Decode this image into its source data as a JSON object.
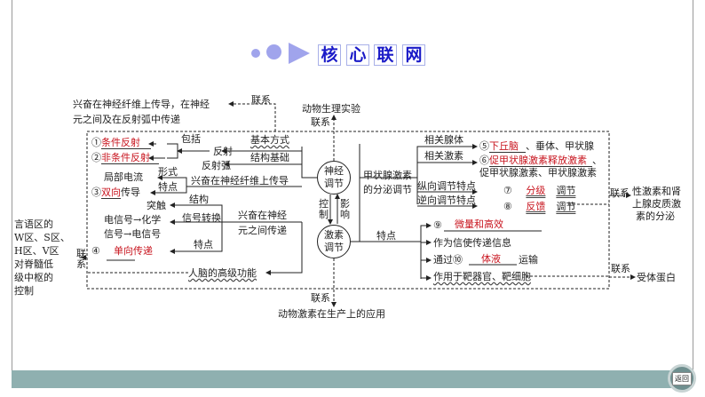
{
  "title": {
    "chars": [
      "核",
      "心",
      "联",
      "网"
    ]
  },
  "top": {
    "left_text_1": "兴奋在神经纤维上传导，在神经",
    "left_text_2": "元之间及在反射弧中传递",
    "link_1": "联系",
    "exp": "动物生理实验",
    "link_2": "联系"
  },
  "nerve": {
    "item1_num": "①",
    "item1": "条件反射",
    "item2_num": "②",
    "item2": "非条件反射",
    "include": "包括",
    "reflex": "反射",
    "basic_mode": "基本方式",
    "reflex_arc": "反射弧",
    "struct_basis": "结构基础",
    "local_current": "局部电流",
    "form": "形式",
    "fiber_conduction": "兴奋在神经纤维上传导",
    "item3_num": "③",
    "item3": "双向",
    "item3_tail": "传导",
    "feature1": "特点",
    "structure": "结构",
    "synapse": "突触",
    "signal_1": "电信号→化学",
    "signal_2": "信号→电信号",
    "signal_conv": "信号转换",
    "between_1": "兴奋在神经",
    "between_2": "元之间传递",
    "item4_num": "④",
    "item4": "单向传递",
    "feature2": "特点",
    "brain": "人脑的高级功能",
    "left_link": "联系",
    "left_text": [
      "言语区的",
      "W区、S区、",
      "H区、V区",
      "对脊髓低",
      "级中枢的",
      "控制"
    ]
  },
  "center": {
    "nerve_circle": [
      "神经",
      "调节"
    ],
    "hormone_circle": [
      "激素",
      "调节"
    ],
    "control": "控制",
    "influence": "影响",
    "bottom_link": "联系",
    "bottom_text": "动物激素在生产上的应用"
  },
  "hormone": {
    "thyroid_1": "甲状腺激素",
    "thyroid_2": "的分泌调节",
    "glands": "相关腺体",
    "item5_num": "⑤",
    "item5": "下丘脑",
    "item5_tail": "、垂体、甲状腺",
    "hormones": "相关激素",
    "item6_num": "⑥",
    "item6": "促甲状腺激素释放激素",
    "item6_tail": "、",
    "item6_line2": "促甲状腺激素、甲状腺激素",
    "vertical": "纵向调节特点",
    "item7_num": "⑦",
    "item7": "分级",
    "item7_tail": "调节",
    "reverse": "逆向调节特点",
    "item8_num": "⑧",
    "item8": "反馈",
    "item8_tail": "调节",
    "right_link_1": "联系",
    "right_text_1": [
      "性激素和肾",
      "上腺皮质激",
      "素的分泌"
    ],
    "feature": "特点",
    "item9_num": "⑨",
    "item9": "微量和高效",
    "f2": "作为信使传递信息",
    "f3_head": "通过⑩",
    "item10": "体液",
    "f3_tail": "运输",
    "f4": "作用于靶器官、靶细胞",
    "right_link_2": "联系",
    "right_text_2": "受体蛋白"
  },
  "nav": {
    "back": "返回"
  }
}
